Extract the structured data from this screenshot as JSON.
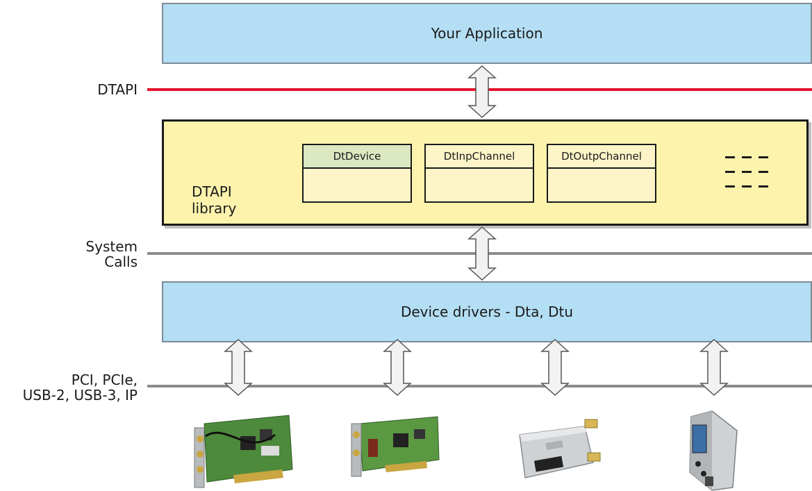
{
  "layers": {
    "application": "Your Application",
    "drivers": "Device drivers - Dta, Dtu"
  },
  "interfaces": {
    "dtapi": "DTAPI",
    "system_calls": [
      "System",
      "Calls"
    ],
    "buses": [
      "PCI, PCIe,",
      "USB-2, USB-3, IP"
    ]
  },
  "library": {
    "label": [
      "DTAPI",
      "library"
    ],
    "classes": [
      "DtDevice",
      "DtInpChannel",
      "DtOutpChannel"
    ]
  },
  "colors": {
    "layer_fill": "#b3def4",
    "library_fill": "#fdf3ad",
    "api_line": "#e3132c",
    "interface_line": "#8c8c8c",
    "highlight_class": "#dbe8c1"
  },
  "devices": [
    "pci-card-icon",
    "pcie-card-icon",
    "usb-adapter-icon",
    "usb-standalone-icon"
  ]
}
